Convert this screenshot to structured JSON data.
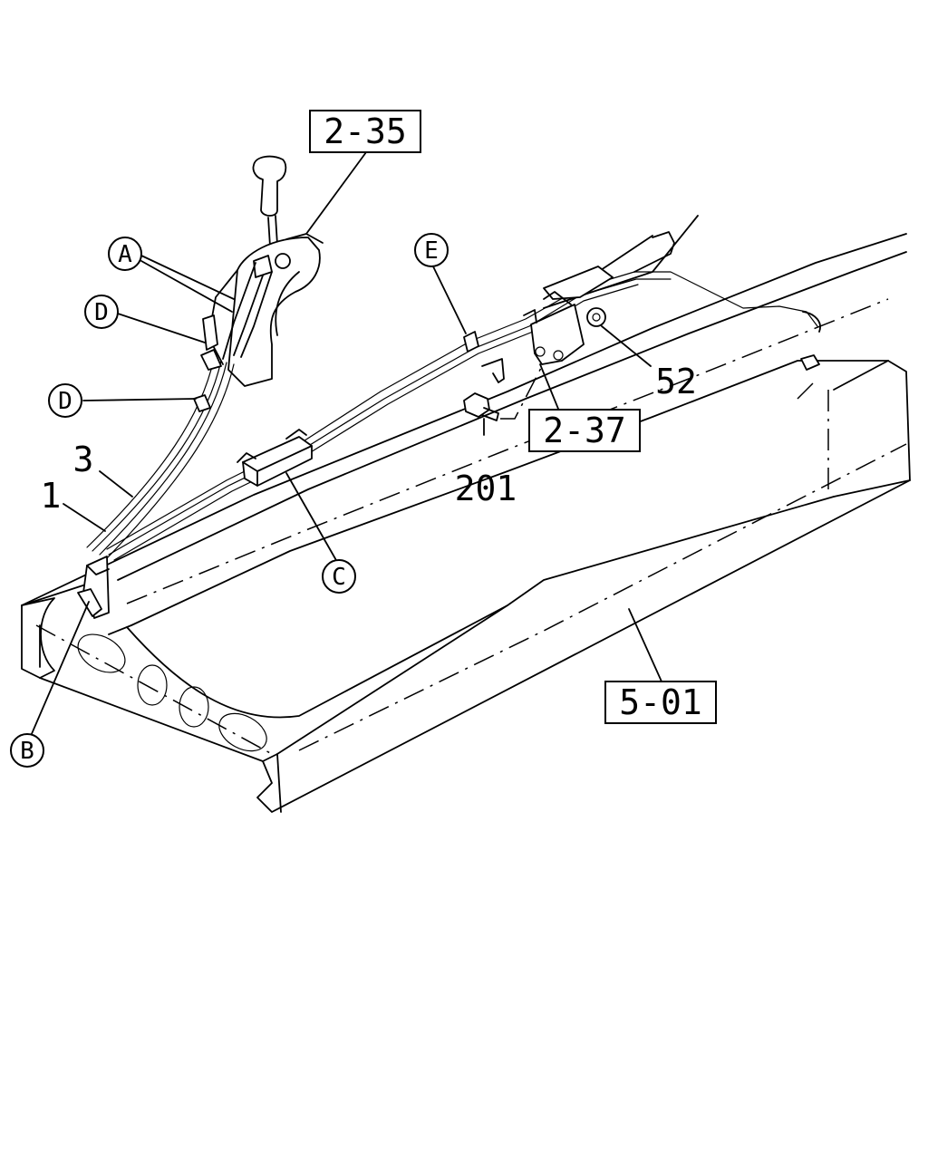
{
  "boxed_refs": {
    "ref_2_35": "2-35",
    "ref_2_37": "2-37",
    "ref_5_01": "5-01"
  },
  "part_numbers": {
    "part_1": "1",
    "part_3": "3",
    "part_52": "52",
    "part_201": "201"
  },
  "callouts": {
    "a": "A",
    "b": "B",
    "c": "C",
    "d_upper": "D",
    "d_lower": "D",
    "e": "E"
  }
}
